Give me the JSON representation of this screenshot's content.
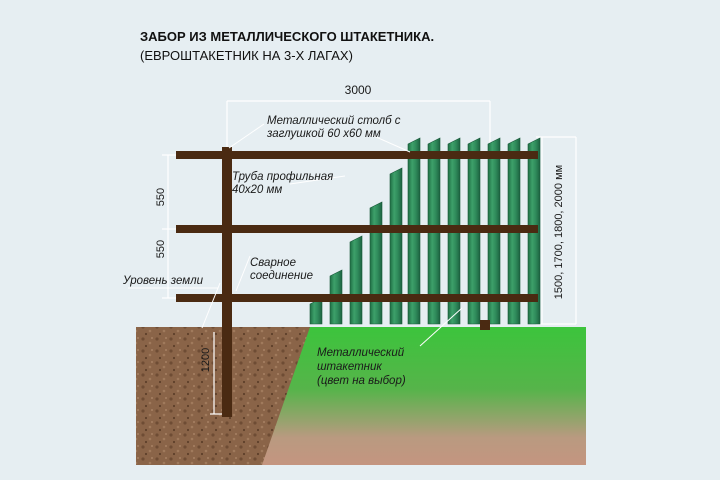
{
  "title": {
    "main": "ЗАБОР ИЗ МЕТАЛЛИЧЕСКОГО ШТАКЕТНИКА.",
    "sub": "(ЕВРОШТАКЕТНИК НА 3-Х ЛАГАХ)"
  },
  "dimensions": {
    "span": "3000",
    "upper_gap": "550",
    "lower_gap": "550",
    "depth": "1200",
    "heights": "1500, 1700, 1800, 2000 мм"
  },
  "labels": {
    "post_line1": "Металлический столб с",
    "post_line2": "заглушкой 60 х60 мм",
    "pipe_line1": "Труба профильная",
    "pipe_line2": "40х20 мм",
    "weld_line1": "Сварное",
    "weld_line2": "соединение",
    "ground": "Уровень земли",
    "picket_line1": "Металлический",
    "picket_line2": "штакетник",
    "picket_line3": "(цвет на выбор)"
  },
  "colors": {
    "background": "#e6eef2",
    "timber": "#4a2a12",
    "picket": "#2f8a5a",
    "grass": "#3cc43c",
    "soil": "#8a6448"
  }
}
